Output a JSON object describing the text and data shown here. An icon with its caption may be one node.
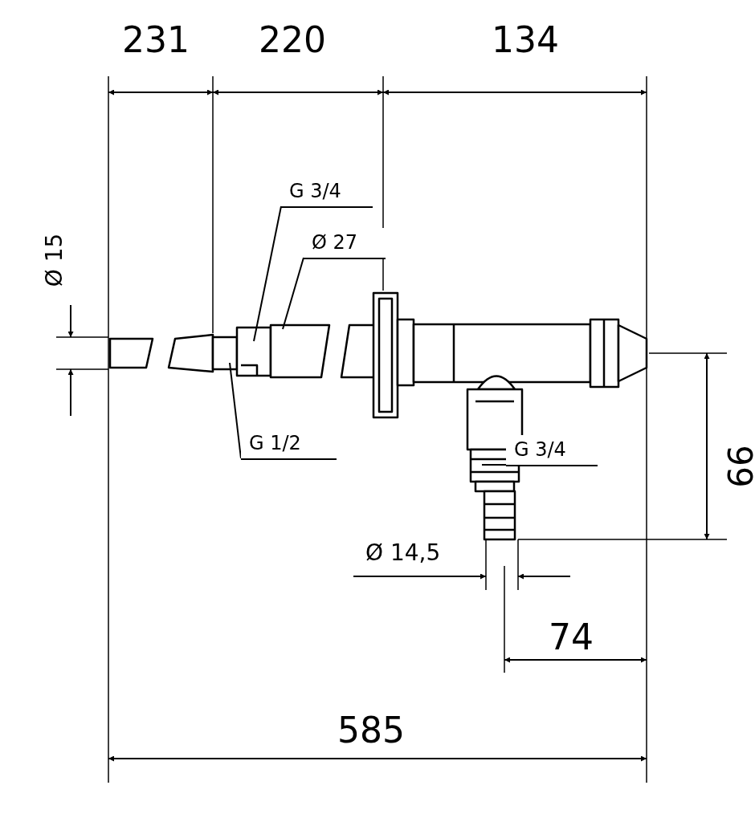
{
  "diagram": {
    "nodes": [
      {
        "text": [
          "G 3/4"
        ]
      },
      {
        "text": [
          "Ø 27"
        ]
      },
      {
        "text": [
          "G 1/2"
        ]
      },
      {
        "text": [
          "G 3/4"
        ]
      }
    ],
    "edges": [
      {
        "from": 0,
        "to": null,
        "arrow": "none"
      },
      {
        "from": 1,
        "to": null,
        "arrow": "none"
      },
      {
        "from": 2,
        "to": null,
        "arrow": "none"
      },
      {
        "from": 3,
        "to": null,
        "arrow": "none"
      }
    ],
    "labels": [
      "231",
      "220",
      "134",
      "Ø 15",
      "99",
      "Ø 14,5",
      "74",
      "585"
    ]
  }
}
